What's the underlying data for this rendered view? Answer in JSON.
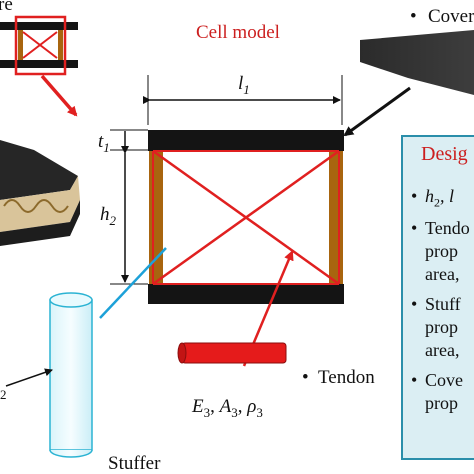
{
  "labels": {
    "top_left_fragment": "re",
    "cell_model_title": "Cell model",
    "covering_label": "Covering",
    "stuffer_label": "Stuffer",
    "tendon_label": "Tendon",
    "l1_base": "l",
    "l1_sub": "1",
    "t1_base": "t",
    "t1_sub": "1",
    "h2_base": "h",
    "h2_sub": "2",
    "left_fragment": "2",
    "tendon_props": {
      "E": "E",
      "E_sub": "3",
      "A": "A",
      "A_sub": "3",
      "rho": "ρ",
      "rho_sub": "3",
      "sep": ", "
    },
    "bullet": "•"
  },
  "design_panel": {
    "title": "Desig",
    "items": [
      {
        "text": "h",
        "sub": "2",
        "rest": ", l"
      },
      {
        "lines": [
          "Tendo",
          "prop",
          "area,"
        ]
      },
      {
        "lines": [
          "Stuff",
          "prop",
          "area,"
        ]
      },
      {
        "lines": [
          "Cove",
          "prop"
        ]
      }
    ]
  },
  "colors": {
    "tendon_red": "#e02020",
    "stuffer_brown": "#a8650f",
    "bar_black": "#141414",
    "callout_blue": "#1da1d8",
    "panel_fill": "#dbeef3",
    "panel_border": "#2a8eaa",
    "title_red": "#cc1f1f"
  }
}
